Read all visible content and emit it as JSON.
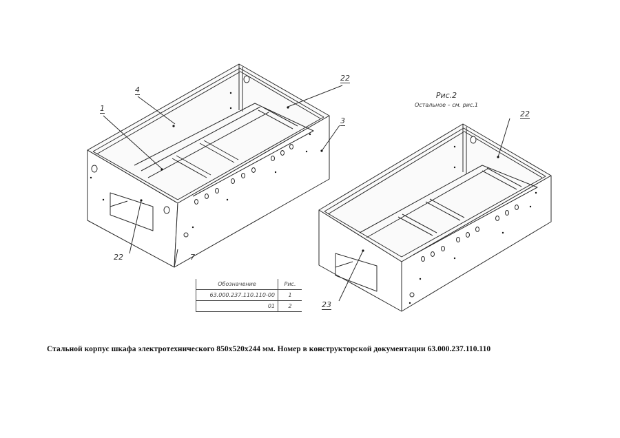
{
  "figure1": {
    "callouts": [
      {
        "id": "1",
        "text": "1"
      },
      {
        "id": "4",
        "text": "4"
      },
      {
        "id": "22a",
        "text": "22"
      },
      {
        "id": "3",
        "text": "3"
      },
      {
        "id": "22b",
        "text": "22"
      },
      {
        "id": "7",
        "text": "7"
      }
    ]
  },
  "figure2": {
    "title": "Рис.2",
    "subtitle": "Остальное – см. рис.1",
    "callouts": [
      {
        "id": "22",
        "text": "22"
      },
      {
        "id": "23",
        "text": "23"
      }
    ]
  },
  "spec_table": {
    "headers": [
      "Обозначение",
      "Рис."
    ],
    "rows": [
      [
        "63.000.237.110.110-00",
        "1"
      ],
      [
        "01",
        "2"
      ]
    ]
  },
  "caption": "Стальной корпус шкафа электротехнического 850х520х244 мм. Номер в конструкторской документации 63.000.237.110.110"
}
